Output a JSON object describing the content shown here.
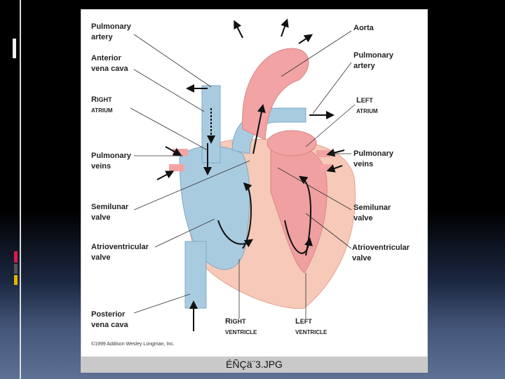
{
  "caption": "ÉÑÇä¨3.JPG",
  "credit": "©1999 Addison Wesley Longman, Inc.",
  "labels": {
    "pulmonary_artery_left": "Pulmonary\nartery",
    "anterior_vena_cava": "Anterior\nvena cava",
    "right_atrium_big": "R",
    "right_atrium_rest": "IGHT",
    "right_atrium_sub": "ATRIUM",
    "pulmonary_veins_left": "Pulmonary\nveins",
    "semilunar_valve_left": "Semilunar\nvalve",
    "atrioventricular_valve_left": "Atrioventricular\nvalve",
    "posterior_vena_cava": "Posterior\nvena cava",
    "aorta": "Aorta",
    "pulmonary_artery_right": "Pulmonary\nartery",
    "left_atrium_big": "L",
    "left_atrium_rest": "EFT",
    "left_atrium_sub": "ATRIUM",
    "pulmonary_veins_right": "Pulmonary\nveins",
    "semilunar_valve_right": "Semilunar\nvalve",
    "atrioventricular_valve_right": "Atrioventricular\nvalve",
    "right_ventricle_big": "R",
    "right_ventricle_rest": "IGHT",
    "right_ventricle_sub": "VENTRICLE",
    "left_ventricle_big": "L",
    "left_ventricle_rest": "EFT",
    "left_ventricle_sub": "VENTRICLE"
  },
  "colors": {
    "deoxygenated": "#a9cbe0",
    "oxygenated": "#f2a3a3",
    "muscle": "#f6c9b8",
    "accent_red": "#d81f4a",
    "accent_yellow": "#e8b400",
    "accent_gray": "#4a4a4a"
  }
}
